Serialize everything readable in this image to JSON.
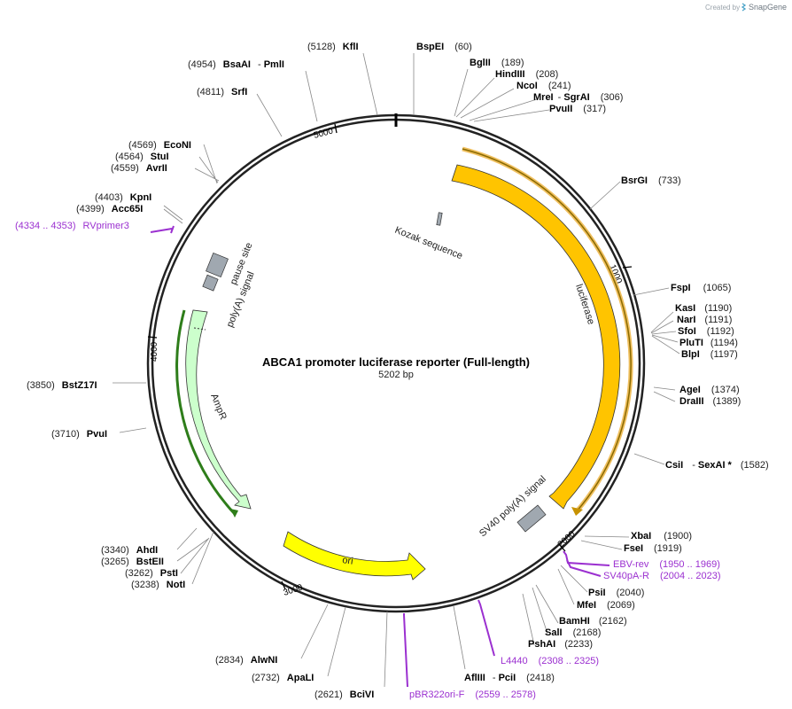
{
  "header": {
    "created_by": "Created by",
    "app_name": "SnapGene"
  },
  "plasmid": {
    "name": "ABCA1 promoter luciferase reporter (Full-length)",
    "length_label": "5202 bp"
  },
  "ticks": [
    "1000",
    "2000",
    "3000",
    "4000",
    "5000"
  ],
  "features": [
    {
      "label": "Kozak sequence"
    },
    {
      "label": "luciferase"
    },
    {
      "label": "SV40 poly(A) signal"
    },
    {
      "label": "ori"
    },
    {
      "label": "AmpR"
    },
    {
      "label": "pause site"
    },
    {
      "label": "poly(A) signal"
    }
  ],
  "sites": [
    {
      "enzyme": "BspEI",
      "pos": "(60)"
    },
    {
      "enzyme": "BglII",
      "pos": "(189)"
    },
    {
      "enzyme": "HindIII",
      "pos": "(208)"
    },
    {
      "enzyme": "NcoI",
      "pos": "(241)"
    },
    {
      "enzyme": "MreI",
      "enzyme2": "SgrAI",
      "pos": "(306)"
    },
    {
      "enzyme": "PvuII",
      "pos": "(317)"
    },
    {
      "enzyme": "BsrGI",
      "pos": "(733)"
    },
    {
      "enzyme": "FspI",
      "pos": "(1065)"
    },
    {
      "enzyme": "KasI",
      "pos": "(1190)"
    },
    {
      "enzyme": "NarI",
      "pos": "(1191)"
    },
    {
      "enzyme": "SfoI",
      "pos": "(1192)"
    },
    {
      "enzyme": "PluTI",
      "pos": "(1194)"
    },
    {
      "enzyme": "BlpI",
      "pos": "(1197)"
    },
    {
      "enzyme": "AgeI",
      "pos": "(1374)"
    },
    {
      "enzyme": "DraIII",
      "pos": "(1389)"
    },
    {
      "enzyme": "CsiI",
      "enzyme2": "SexAI *",
      "pos": "(1582)"
    },
    {
      "enzyme": "XbaI",
      "pos": "(1900)"
    },
    {
      "enzyme": "FseI",
      "pos": "(1919)"
    },
    {
      "enzyme": "PsiI",
      "pos": "(2040)"
    },
    {
      "enzyme": "MfeI",
      "pos": "(2069)"
    },
    {
      "enzyme": "BamHI",
      "pos": "(2162)"
    },
    {
      "enzyme": "SalI",
      "pos": "(2168)"
    },
    {
      "enzyme": "PshAI",
      "pos": "(2233)"
    },
    {
      "enzyme": "AflIII",
      "enzyme2": "PciI",
      "pos": "(2418)"
    },
    {
      "enzyme": "BciVI",
      "pos": "(2621)"
    },
    {
      "enzyme": "ApaLI",
      "pos": "(2732)"
    },
    {
      "enzyme": "AlwNI",
      "pos": "(2834)"
    },
    {
      "enzyme": "NotI",
      "pos": "(3238)"
    },
    {
      "enzyme": "PstI",
      "pos": "(3262)"
    },
    {
      "enzyme": "BstEII",
      "pos": "(3265)"
    },
    {
      "enzyme": "AhdI",
      "pos": "(3340)"
    },
    {
      "enzyme": "PvuI",
      "pos": "(3710)"
    },
    {
      "enzyme": "BstZ17I",
      "pos": "(3850)"
    },
    {
      "enzyme": "Acc65I",
      "pos": "(4399)"
    },
    {
      "enzyme": "KpnI",
      "pos": "(4403)"
    },
    {
      "enzyme": "AvrII",
      "pos": "(4559)"
    },
    {
      "enzyme": "StuI",
      "pos": "(4564)"
    },
    {
      "enzyme": "EcoNI",
      "pos": "(4569)"
    },
    {
      "enzyme": "SrfI",
      "pos": "(4811)"
    },
    {
      "enzyme": "BsaAI",
      "enzyme2": "PmlI",
      "pos": "(4954)"
    },
    {
      "enzyme": "KflI",
      "pos": "(5128)"
    }
  ],
  "primers": [
    {
      "name": "EBV-rev",
      "range": "(1950 .. 1969)"
    },
    {
      "name": "SV40pA-R",
      "range": "(2004 .. 2023)"
    },
    {
      "name": "L4440",
      "range": "(2308 .. 2325)"
    },
    {
      "name": "pBR322ori-F",
      "range": "(2559 .. 2578)"
    },
    {
      "name": "RVprimer3",
      "range": "(4334 .. 4353)"
    }
  ],
  "colors": {
    "luciferase": "#ffc400",
    "luciferase_outline": "#c79200",
    "ori": "#ffff00",
    "ampr": "#ccffcc",
    "ampr_outline": "#2e7d1a",
    "grey_feature": "#a0a8b0",
    "primer": "#9b30d0",
    "backbone": "#222222",
    "logo": "#4aa3c8"
  }
}
